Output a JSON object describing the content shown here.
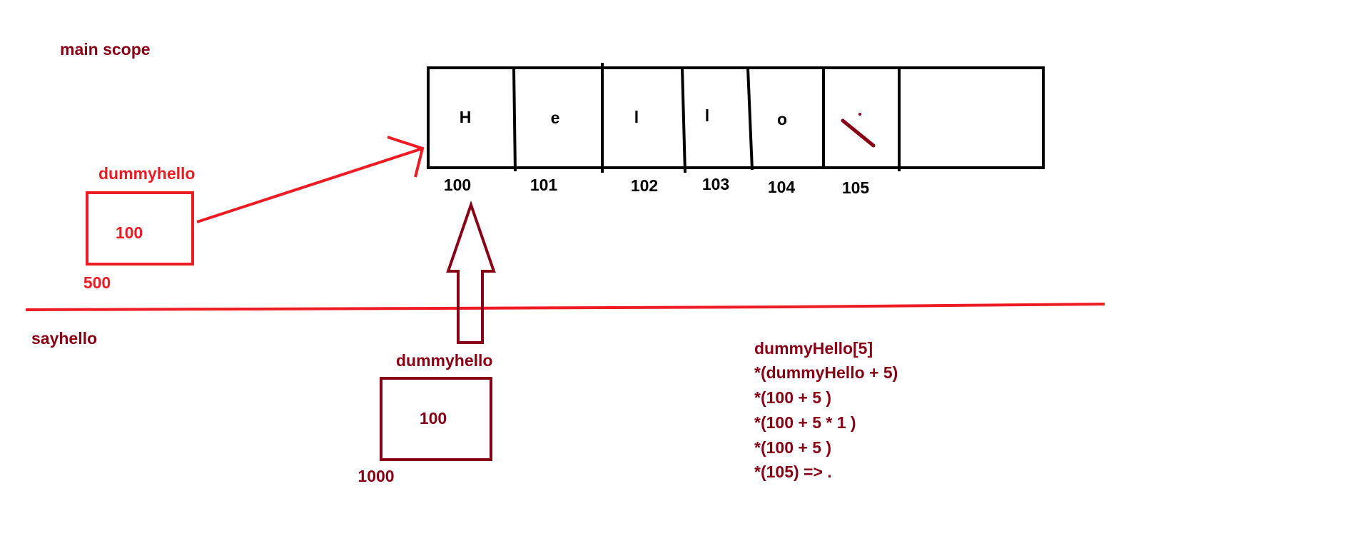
{
  "colors": {
    "red": "#ed1c24",
    "dark_red": "#880015",
    "black": "#000000"
  },
  "labels": {
    "main_scope": "main scope",
    "sayhello": "sayhello",
    "main_var_name": "dummyhello",
    "main_var_value": "100",
    "main_var_address": "500",
    "func_var_name": "dummyhello",
    "func_var_value": "100",
    "func_var_address": "1000"
  },
  "memory": {
    "chars": [
      "H",
      "e",
      "l",
      "l",
      "o",
      ""
    ],
    "addresses": [
      "100",
      "101",
      "102",
      "103",
      "104",
      "105"
    ],
    "null_mark": "\\."
  },
  "notes": [
    "dummyHello[5]",
    "*(dummyHello + 5)",
    "*(100 + 5 )",
    "*(100 + 5 * 1 )",
    "*(100 + 5 )",
    "*(105) => ."
  ],
  "icons": {
    "pointer_arrow": "arrow-icon",
    "block_arrow": "up-arrow-icon",
    "null_char": "slash-icon"
  }
}
